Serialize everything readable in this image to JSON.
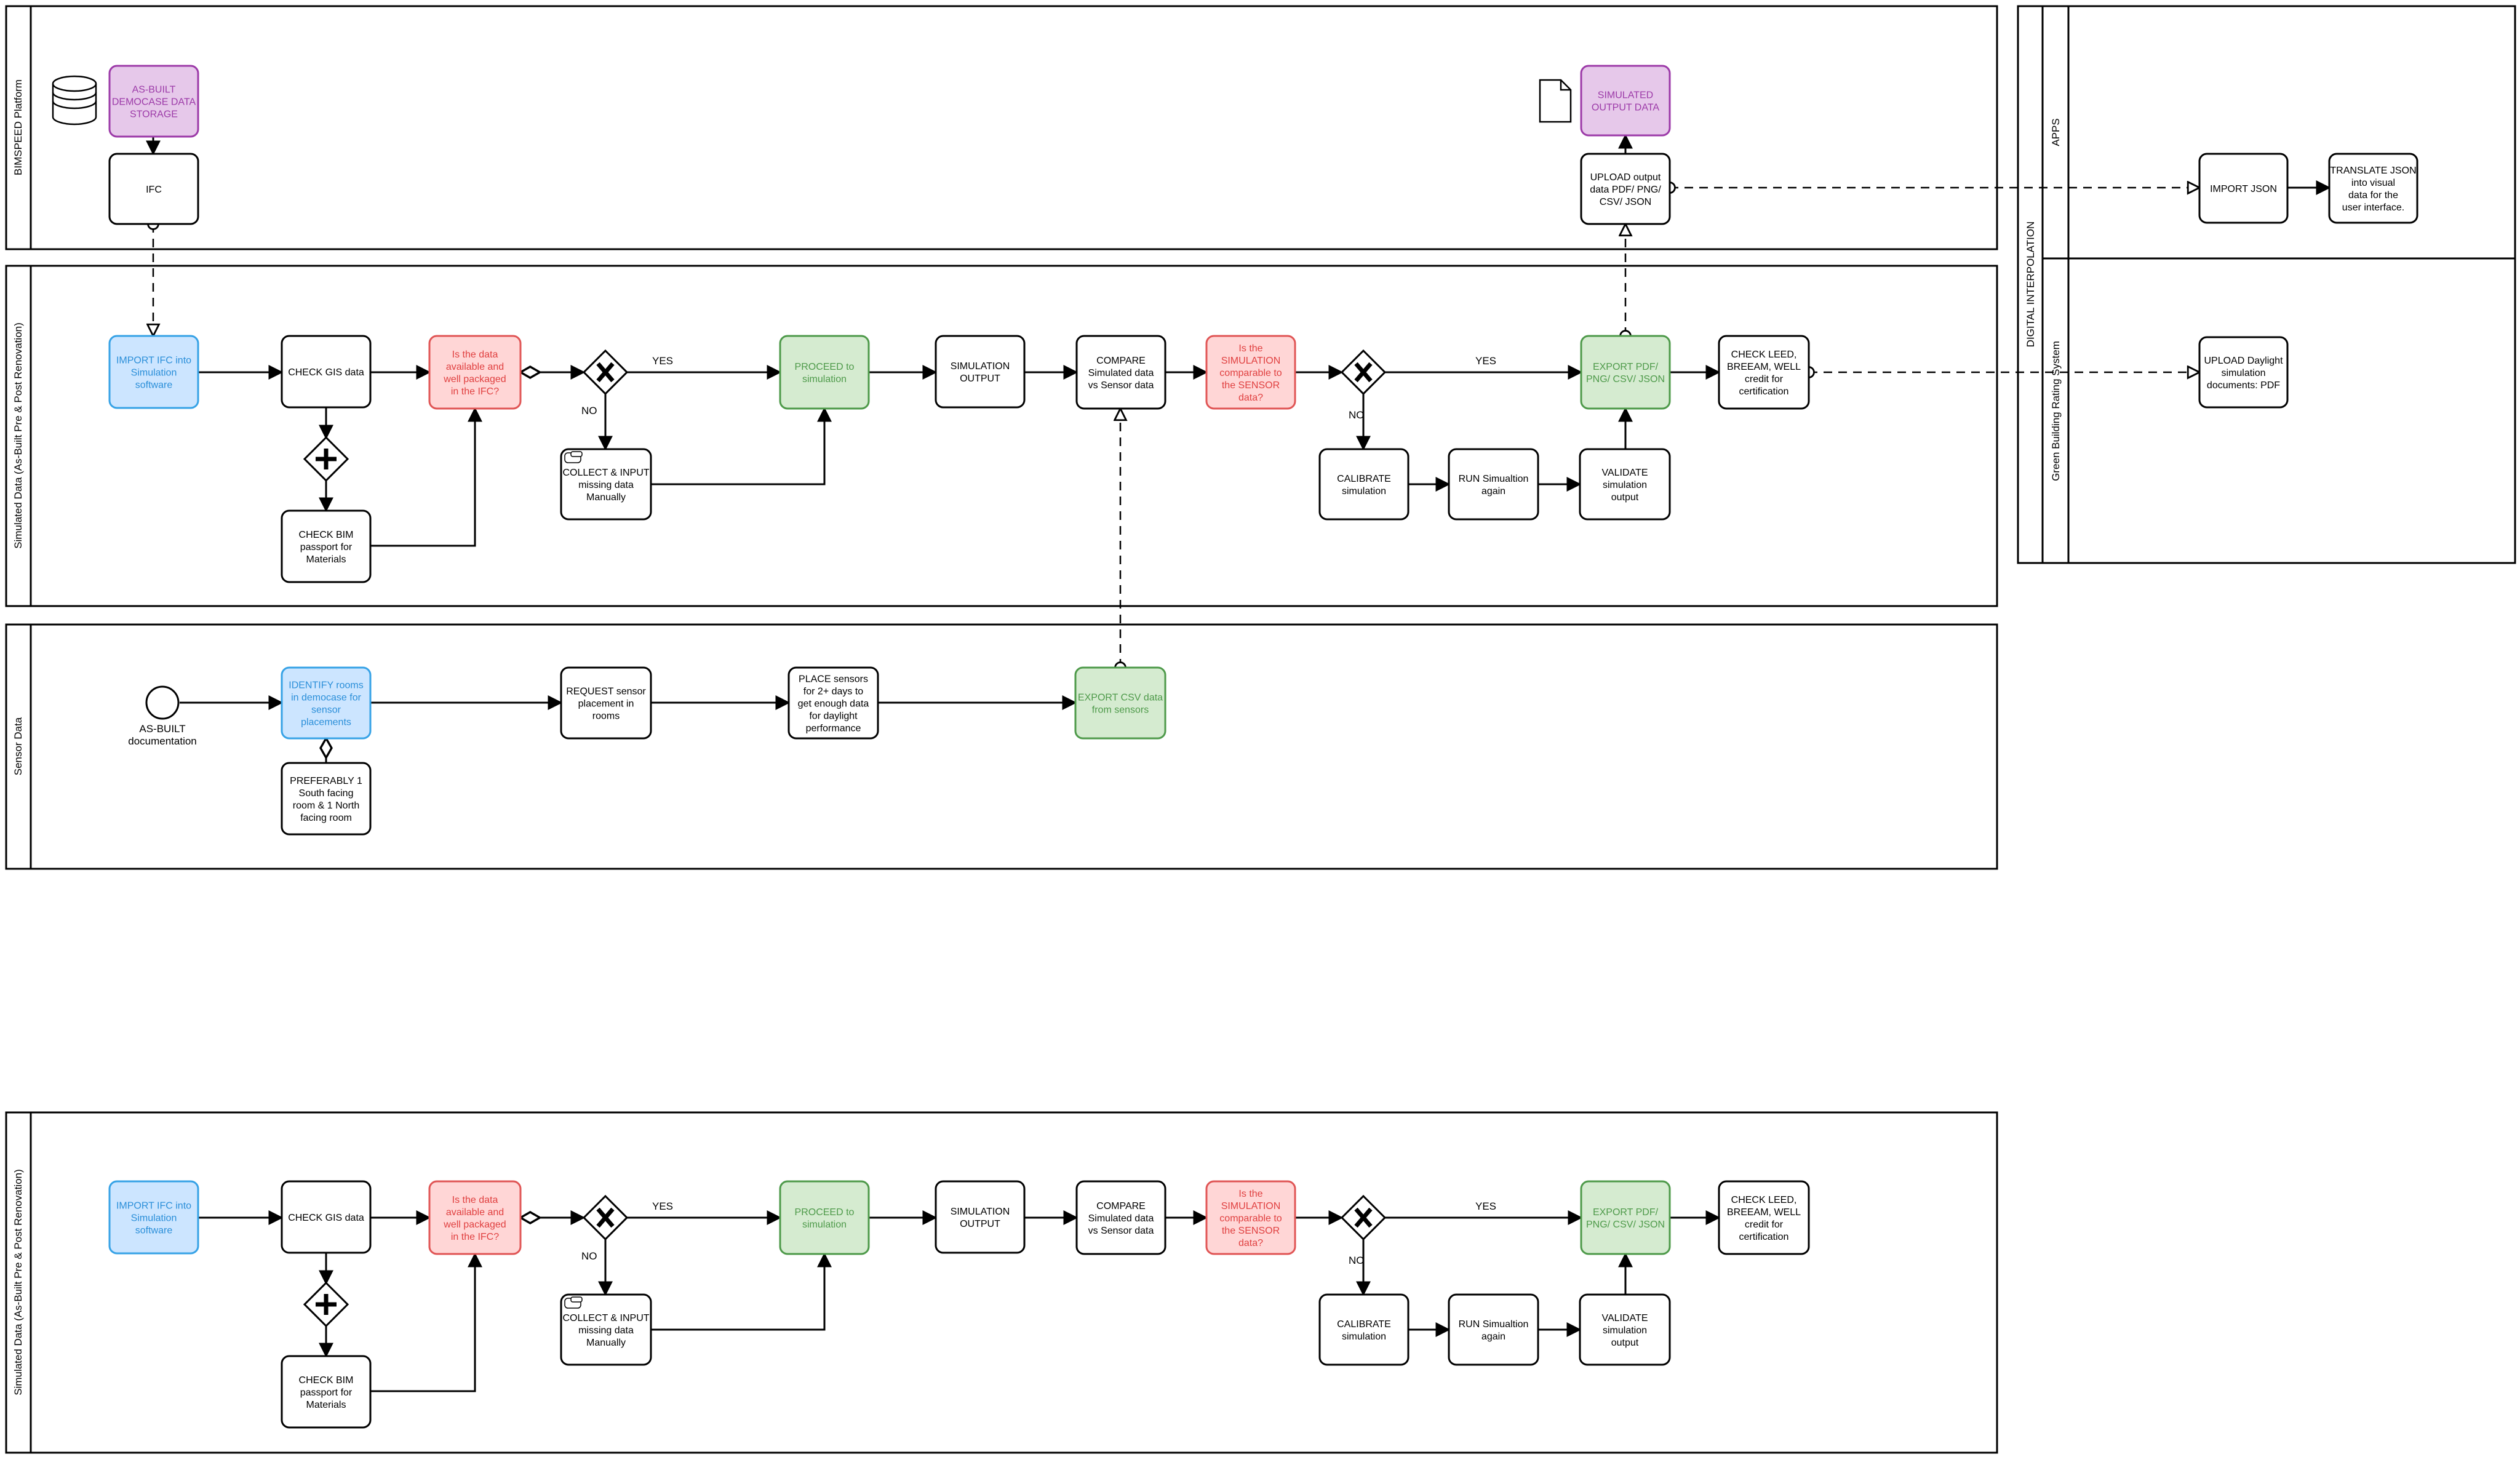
{
  "pools": {
    "bimspeed": "BIMSPEED Platform",
    "simulated_top": "Simulated Data (As-Built  Pre & Post Renovation)",
    "sensor": "Sensor Data",
    "digital": "DIGITAL INTERPOLATION",
    "apps": "APPS",
    "green": "Green Building Rating System",
    "simulated_bottom": "Simulated Data (As-Built  Pre & Post Renovation)"
  },
  "labels": {
    "yes": "YES",
    "no": "NO",
    "as_built_doc": "AS-BUILT documentation"
  },
  "tasks": {
    "asbuilt_storage": "AS-BUILT DEMOCASE DATA STORAGE",
    "ifc": "IFC",
    "simulated_output_data": "SIMULATED OUTPUT DATA",
    "upload_output": "UPLOAD output data PDF/ PNG/ CSV/ JSON",
    "import_json": "IMPORT JSON",
    "translate_json": "TRANSLATE JSON into visual data for the user interface.",
    "upload_daylight": "UPLOAD Daylight simulation documents: PDF",
    "import_ifc": "IMPORT IFC into Simulation software",
    "check_gis": "CHECK GIS data",
    "data_available": "Is the data available and well packaged in the IFC?",
    "proceed_sim": "PROCEED to simulation",
    "sim_output": "SIMULATION OUTPUT",
    "compare": "COMPARE Simulated data vs Sensor data",
    "sim_comparable": "Is the SIMULATION comparable to the SENSOR data?",
    "export_pdf": "EXPORT PDF/ PNG/ CSV/ JSON",
    "check_leed": "CHECK LEED, BREEAM, WELL credit for certification",
    "check_bim": "CHECK BIM passport for Materials",
    "collect_input": "COLLECT & INPUT missing data Manually",
    "calibrate": "CALIBRATE simulation",
    "run_sim": "RUN Simualtion again",
    "validate": "VALIDATE simulation output",
    "identify_rooms": "IDENTIFY rooms in democase for sensor placements",
    "preferably": "PREFERABLY 1 South facing room & 1 North facing room",
    "request_sensor": "REQUEST sensor placement in rooms",
    "place_sensors": "PLACE sensors for 2+ days to get enough data for daylight performance",
    "export_csv": "EXPORT CSV data from sensors"
  },
  "colors": {
    "stroke": "#000000",
    "blue_fill": "#cce5ff",
    "blue_stroke": "#36a2e6",
    "blue_text": "#2b8fd9",
    "red_fill": "#ffd6d6",
    "red_stroke": "#e05555",
    "red_text": "#e04040",
    "green_fill": "#d5ebd0",
    "green_stroke": "#4e9a4a",
    "green_text": "#4e9a4a",
    "purple_fill": "#e6c8ea",
    "purple_stroke": "#9c3aa8",
    "purple_text": "#9c3aa8"
  }
}
